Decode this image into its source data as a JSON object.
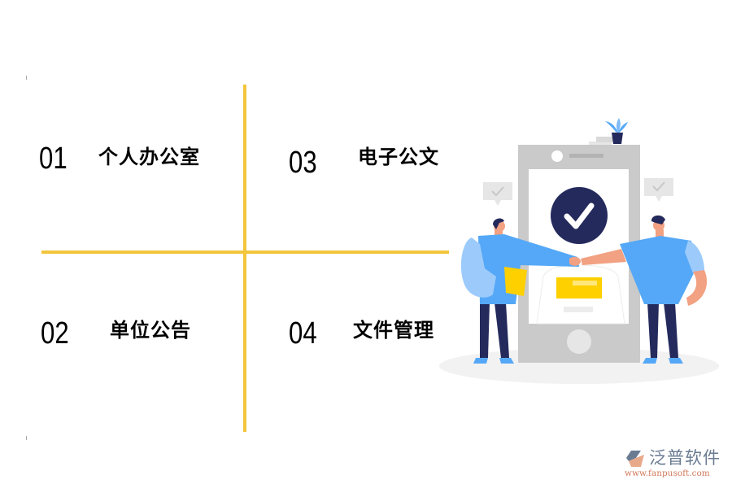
{
  "items": [
    {
      "number": "01",
      "label": "个人办公室"
    },
    {
      "number": "02",
      "label": "单位公告"
    },
    {
      "number": "03",
      "label": "电子公文"
    },
    {
      "number": "04",
      "label": "文件管理"
    }
  ],
  "colors": {
    "divider": "#f2c53d",
    "shirt_blue": "#55a8f7",
    "shirt_light": "#9ccbfb",
    "pants_navy": "#242a5c",
    "phone_gray": "#cacaca",
    "accent_yellow": "#ffd000",
    "skin": "#f2a182"
  },
  "illustration": {
    "icons": [
      "check-circle-icon",
      "speech-bubble-check-icon",
      "plant-icon"
    ]
  },
  "logo": {
    "name": "泛普软件",
    "url": "www.fanpusoft.com"
  }
}
